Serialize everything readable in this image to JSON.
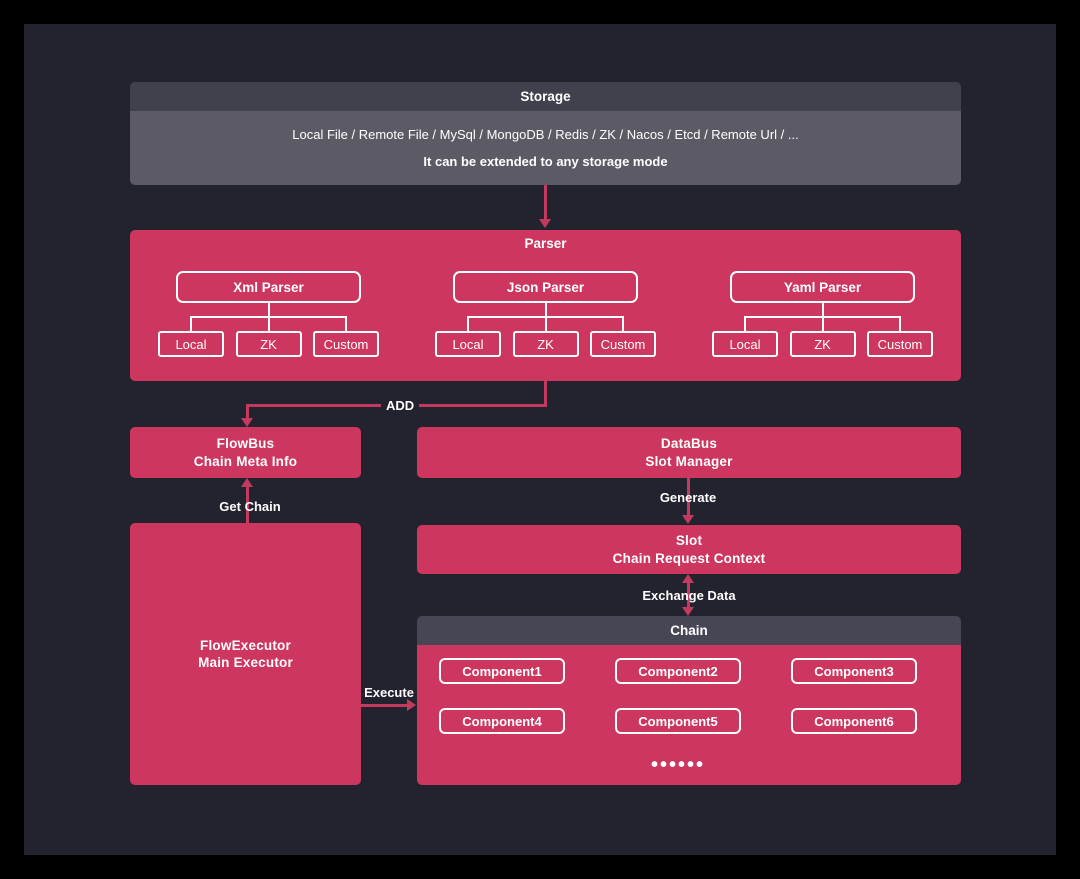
{
  "colors": {
    "frame": "#000000",
    "background": "#22232e",
    "pink": "#cd365f",
    "arrow": "#c43a5e",
    "header-dark": "#40414d",
    "storage-body": "#5c5b65",
    "chain-header": "#474655",
    "text": "#ffffff"
  },
  "storage": {
    "title": "Storage",
    "technologies": "Local File / Remote File / MySql / MongoDB / Redis / ZK / Nacos / Etcd / Remote Url / ...",
    "note": "It can be extended to any storage mode"
  },
  "parser": {
    "title": "Parser",
    "groups": [
      {
        "name": "Xml Parser",
        "children": [
          "Local",
          "ZK",
          "Custom"
        ]
      },
      {
        "name": "Json Parser",
        "children": [
          "Local",
          "ZK",
          "Custom"
        ]
      },
      {
        "name": "Yaml Parser",
        "children": [
          "Local",
          "ZK",
          "Custom"
        ]
      }
    ]
  },
  "flowbus": {
    "title": "FlowBus",
    "subtitle": "Chain Meta Info"
  },
  "databus": {
    "title": "DataBus",
    "subtitle": "Slot Manager"
  },
  "slot": {
    "title": "Slot",
    "subtitle": "Chain Request Context"
  },
  "flow_executor": {
    "title": "FlowExecutor",
    "subtitle": "Main Executor"
  },
  "chain": {
    "title": "Chain",
    "components": [
      "Component1",
      "Component2",
      "Component3",
      "Component4",
      "Component5",
      "Component6"
    ],
    "dots": "••••••"
  },
  "edges": {
    "add": "ADD",
    "get_chain": "Get Chain",
    "generate": "Generate",
    "exchange_data": "Exchange Data",
    "execute": "Execute"
  }
}
